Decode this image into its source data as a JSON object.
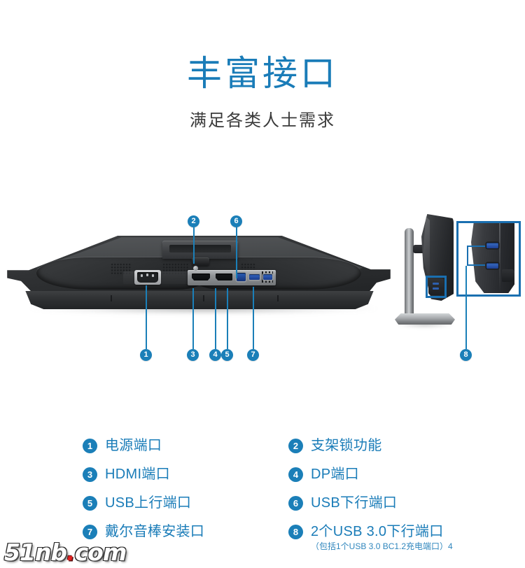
{
  "header": {
    "title": "丰富接口",
    "subtitle": "满足各类人士需求",
    "title_color": "#1a7cb8",
    "subtitle_color": "#3a3a3a"
  },
  "accent_color": "#1b7fb8",
  "callouts": [
    {
      "id": "1",
      "number": "1",
      "target": "power-port"
    },
    {
      "id": "2",
      "number": "2",
      "target": "stand-lock"
    },
    {
      "id": "3",
      "number": "3",
      "target": "hdmi-port"
    },
    {
      "id": "4",
      "number": "4",
      "target": "dp-port"
    },
    {
      "id": "5",
      "number": "5",
      "target": "usb-upstream-port"
    },
    {
      "id": "6",
      "number": "6",
      "target": "usb-downstream-port"
    },
    {
      "id": "7",
      "number": "7",
      "target": "dell-soundbar-mount"
    },
    {
      "id": "8",
      "number": "8",
      "target": "side-usb-3-ports"
    }
  ],
  "legend": {
    "left": [
      {
        "number": "1",
        "label": "电源端口",
        "sub": ""
      },
      {
        "number": "3",
        "label": "HDMI端口",
        "sub": ""
      },
      {
        "number": "5",
        "label": "USB上行端口",
        "sub": ""
      },
      {
        "number": "7",
        "label": "戴尔音棒安装口",
        "sub": ""
      }
    ],
    "right": [
      {
        "number": "2",
        "label": "支架锁功能",
        "sub": ""
      },
      {
        "number": "4",
        "label": "DP端口",
        "sub": ""
      },
      {
        "number": "6",
        "label": "USB下行端口",
        "sub": ""
      },
      {
        "number": "8",
        "label": "2个USB 3.0下行端口",
        "sub": "（包括1个USB 3.0 BC1.2充电端口）4"
      }
    ]
  },
  "watermark": {
    "text_before": "51nb",
    "dot": ".",
    "text_after": "com"
  }
}
